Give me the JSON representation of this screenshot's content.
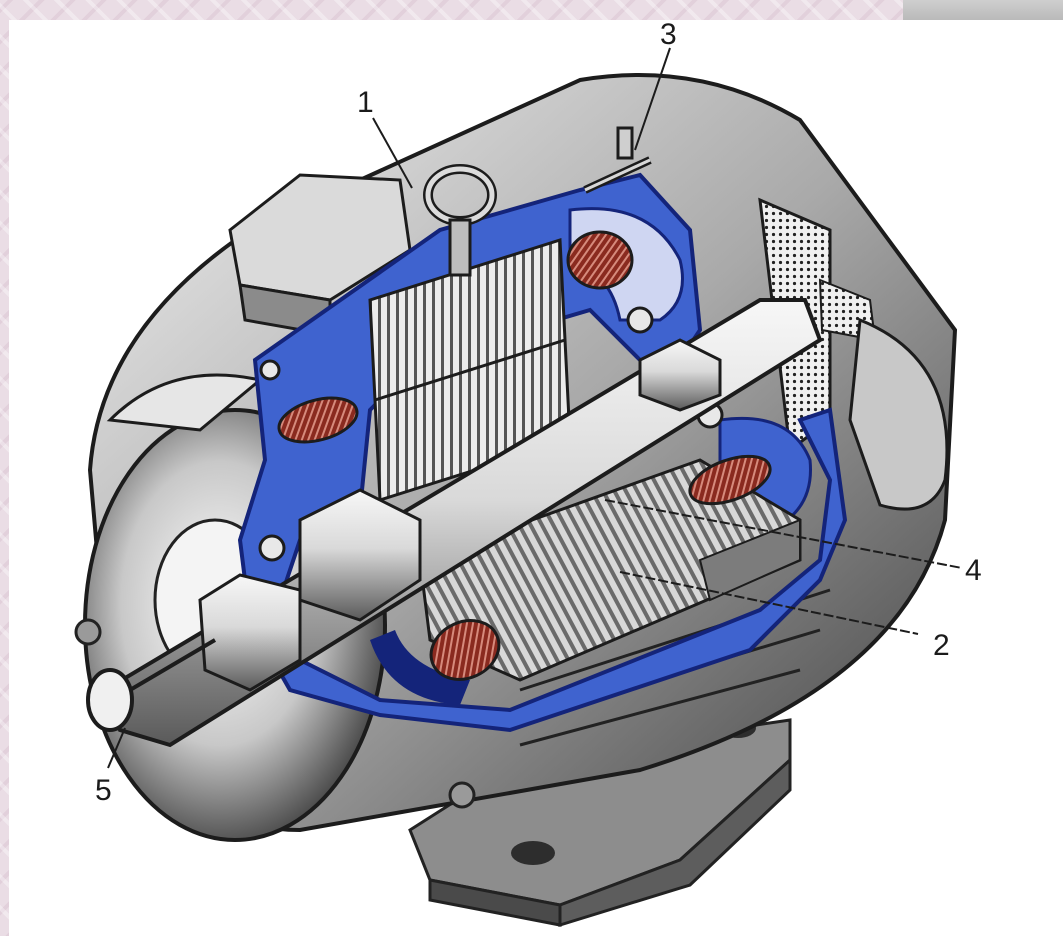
{
  "callouts": [
    {
      "id": "1",
      "text": "1"
    },
    {
      "id": "2",
      "text": "2"
    },
    {
      "id": "3",
      "text": "3"
    },
    {
      "id": "4",
      "text": "4"
    },
    {
      "id": "5",
      "text": "5"
    }
  ],
  "colors": {
    "housing_cut": "#3f63cf",
    "housing_edge": "#14247a",
    "metal_light": "#e6e6e6",
    "metal_mid": "#9a9a9a",
    "metal_dark": "#3a3a3a",
    "winding": "#8a2a1f",
    "background": "#ffffff"
  }
}
